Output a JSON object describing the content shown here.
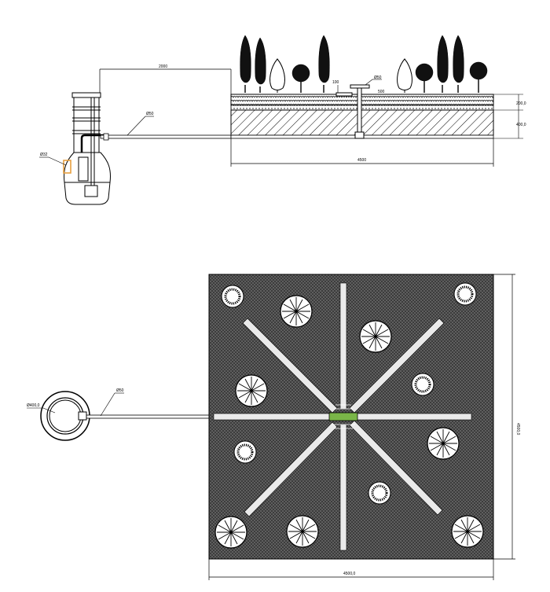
{
  "section_view": {
    "dimensions": {
      "tank_to_field": "2000",
      "pipe_label": "Ø50",
      "field_length": "4500",
      "layer_top": "200,0",
      "layer_bottom": "400,0",
      "vent_pipe": "Ø50",
      "vent_height": "100",
      "vent_spacing": "500",
      "tank_component": "Ø32"
    }
  },
  "plan_view": {
    "dimensions": {
      "tank_diameter": "Ø400,0",
      "pipe_label": "Ø50",
      "field_side_vertical": "4500,0",
      "field_side_horizontal": "4500,0"
    }
  },
  "colors": {
    "line": "#000000",
    "hatch": "#444444",
    "distribution_box": "#7ab648",
    "pump_float": "#e8a040",
    "field_fill": "#3a3a3a"
  }
}
